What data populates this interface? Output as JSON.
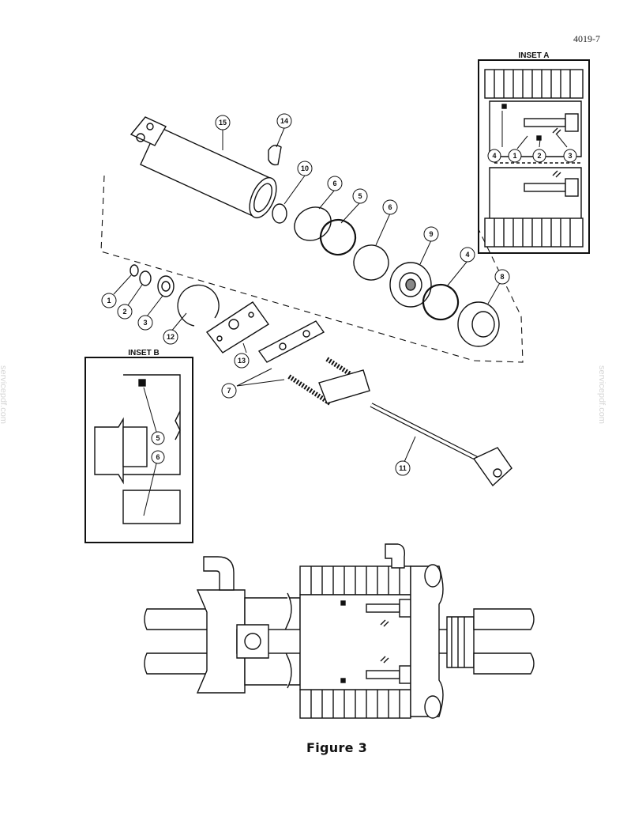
{
  "page": {
    "number": "4019-7",
    "caption": "Figure 3",
    "watermark": "servicepdf.com"
  },
  "insets": {
    "a": {
      "title": "INSET A",
      "callouts": [
        "4",
        "1",
        "2",
        "3"
      ]
    },
    "b": {
      "title": "INSET B",
      "callouts": [
        "5",
        "6"
      ]
    }
  },
  "callouts": [
    "15",
    "14",
    "10",
    "6",
    "5",
    "6",
    "9",
    "4",
    "8",
    "1",
    "2",
    "3",
    "12",
    "13",
    "7",
    "11"
  ]
}
